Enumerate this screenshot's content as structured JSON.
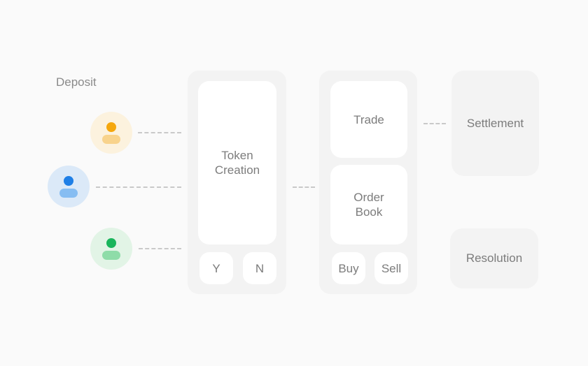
{
  "deposit": {
    "label": "Deposit"
  },
  "users": [
    {
      "icon": "user-icon",
      "color": "#f5a70d"
    },
    {
      "icon": "user-icon",
      "color": "#1f7fe6"
    },
    {
      "icon": "user-icon",
      "color": "#1ab55c"
    }
  ],
  "token_creation": {
    "title_line1": "Token",
    "title_line2": "Creation",
    "option_yes": "Y",
    "option_no": "N"
  },
  "trading": {
    "trade": "Trade",
    "order_book_line1": "Order",
    "order_book_line2": "Book",
    "buy": "Buy",
    "sell": "Sell"
  },
  "outcomes": {
    "settlement": "Settlement",
    "resolution": "Resolution"
  }
}
